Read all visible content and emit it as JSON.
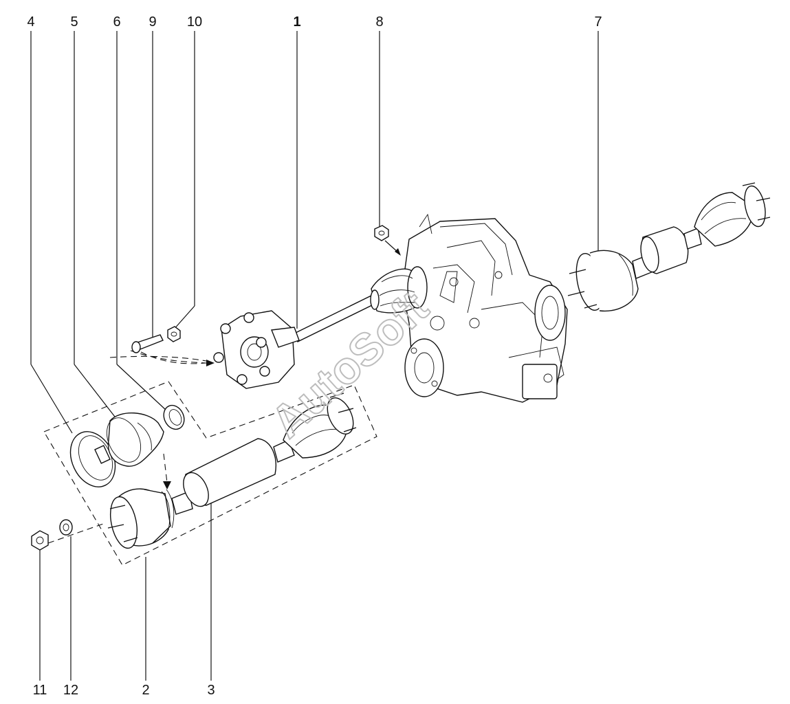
{
  "diagram": {
    "callouts": [
      {
        "id": "4",
        "label": "4",
        "bold": false
      },
      {
        "id": "5",
        "label": "5",
        "bold": false
      },
      {
        "id": "6",
        "label": "6",
        "bold": false
      },
      {
        "id": "9",
        "label": "9",
        "bold": false
      },
      {
        "id": "10",
        "label": "10",
        "bold": false
      },
      {
        "id": "1",
        "label": "1",
        "bold": true
      },
      {
        "id": "8",
        "label": "8",
        "bold": false
      },
      {
        "id": "7",
        "label": "7",
        "bold": false
      },
      {
        "id": "11",
        "label": "11",
        "bold": false
      },
      {
        "id": "12",
        "label": "12",
        "bold": false
      },
      {
        "id": "2",
        "label": "2",
        "bold": false
      },
      {
        "id": "3",
        "label": "3",
        "bold": false
      }
    ],
    "watermark": "AutoSoft"
  }
}
